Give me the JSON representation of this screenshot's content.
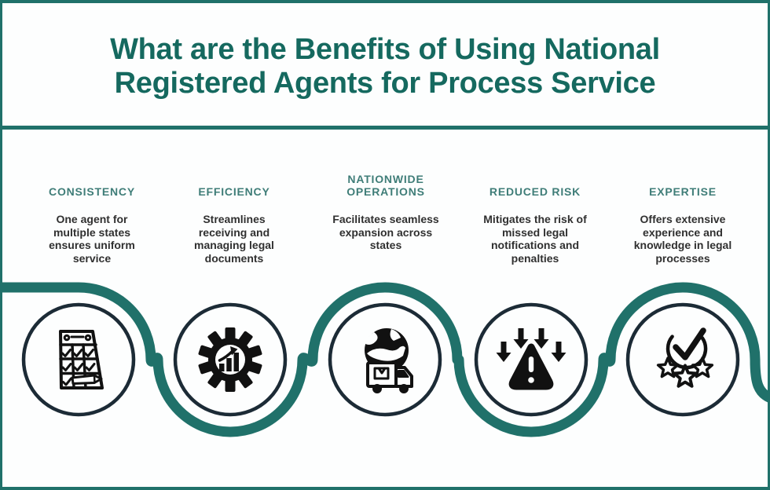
{
  "title": {
    "line1": "What are the Benefits of Using National",
    "line2": "Registered Agents for Process Service"
  },
  "benefits": [
    {
      "heading": "CONSISTENCY",
      "description": "One agent for multiple states ensures uniform service",
      "icon": "checklist-icon"
    },
    {
      "heading": "EFFICIENCY",
      "description": "Streamlines receiving and managing legal documents",
      "icon": "growth-gear-icon"
    },
    {
      "heading": "NATIONWIDE OPERATIONS",
      "description": "Facilitates seamless expansion across states",
      "icon": "globe-truck-icon"
    },
    {
      "heading": "REDUCED RISK",
      "description": "Mitigates the risk of missed legal notifications and penalties",
      "icon": "warning-arrows-icon"
    },
    {
      "heading": "EXPERTISE",
      "description": "Offers extensive experience and knowledge in legal processes",
      "icon": "check-stars-icon"
    }
  ],
  "colors": {
    "teal_line": "#20716a",
    "title_teal": "#15695f",
    "heading_teal": "#3f7d78",
    "body_text": "#303030",
    "circle_ring": "#1c2b36",
    "icon_black": "#111111",
    "background": "#fdfefe"
  }
}
